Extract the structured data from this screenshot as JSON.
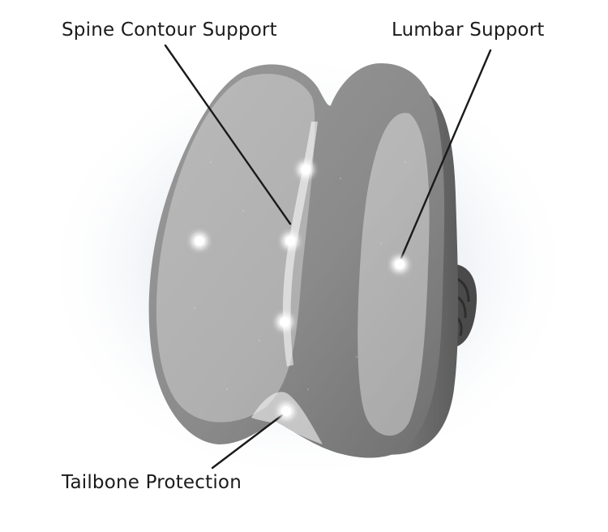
{
  "labels": {
    "spine": "Spine Contour Support",
    "lumbar": "Lumbar Support",
    "tailbone": "Tailbone Protection"
  },
  "colors": {
    "cushion_fabric": "#8f8f8f",
    "highlight": "#ffffff",
    "leader_line": "#1a1a1a",
    "text": "#1b1b1b"
  }
}
